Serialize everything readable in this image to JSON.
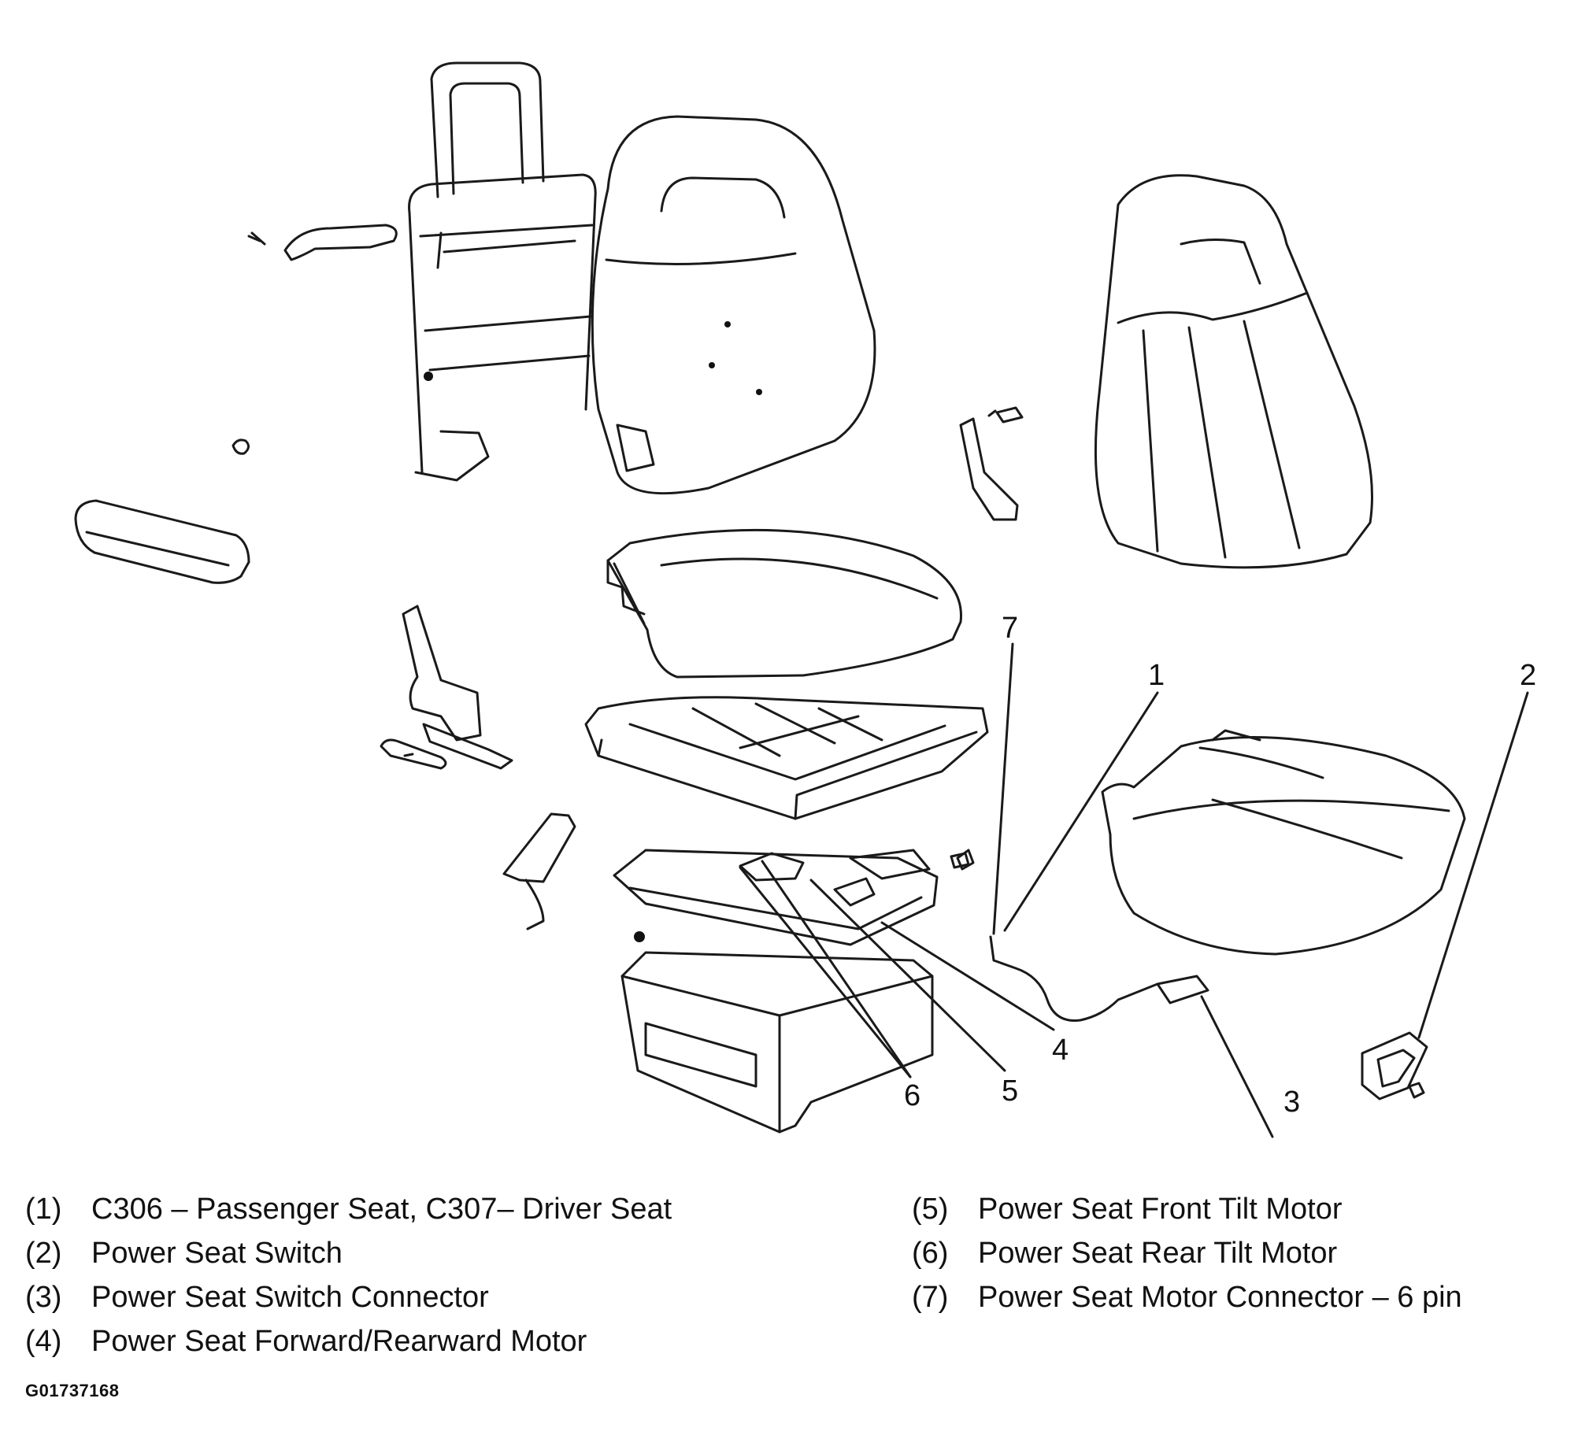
{
  "callouts": [
    {
      "num": "1",
      "label": "C306 – Passenger Seat, C307– Driver Seat"
    },
    {
      "num": "2",
      "label": "Power Seat Switch"
    },
    {
      "num": "3",
      "label": "Power Seat Switch Connector"
    },
    {
      "num": "4",
      "label": "Power Seat Forward/Rearward Motor"
    },
    {
      "num": "5",
      "label": "Power Seat Front Tilt Motor"
    },
    {
      "num": "6",
      "label": "Power Seat Rear Tilt Motor"
    },
    {
      "num": "7",
      "label": "Power Seat Motor Connector – 6 pin"
    }
  ],
  "legend": {
    "left": [
      {
        "num": "(1)",
        "label": "C306 – Passenger Seat, C307– Driver Seat"
      },
      {
        "num": "(2)",
        "label": "Power Seat Switch"
      },
      {
        "num": "(3)",
        "label": "Power Seat Switch Connector"
      },
      {
        "num": "(4)",
        "label": "Power Seat Forward/Rearward Motor"
      }
    ],
    "right": [
      {
        "num": "(5)",
        "label": "Power Seat Front Tilt Motor"
      },
      {
        "num": "(6)",
        "label": "Power Seat Rear Tilt Motor"
      },
      {
        "num": "(7)",
        "label": "Power Seat Motor Connector – 6 pin"
      }
    ]
  },
  "figure_id": "G01737168"
}
